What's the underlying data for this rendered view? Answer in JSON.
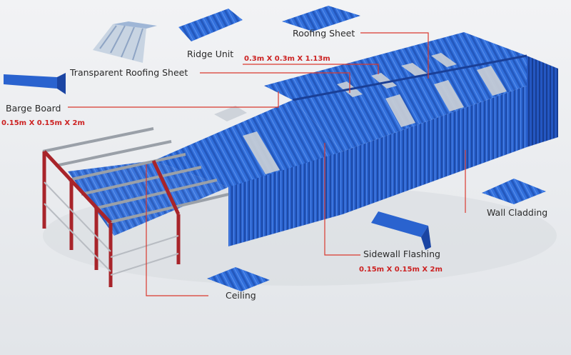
{
  "colors": {
    "sheet_blue": "#2a63cf",
    "sheet_dark": "#1b45a3",
    "steel_red": "#a8242a",
    "purlin_grey": "#9aa0a8",
    "transparent_sheet": "#c8ced6",
    "leader_line": "#d9382e",
    "dimension_text": "#cc2222",
    "background": "#ebedf0"
  },
  "labels": {
    "roofing_sheet": "Roofing Sheet",
    "ridge_unit": "Ridge Unit",
    "ridge_unit_dim": "0.3m X 0.3m X 1.13m",
    "transparent_roofing_sheet": "Transparent Roofing Sheet",
    "barge_board": "Barge Board",
    "barge_board_dim": "0.15m X 0.15m X 2m",
    "wall_cladding": "Wall Cladding",
    "sidewall_flashing": "Sidewall Flashing",
    "sidewall_flashing_dim": "0.15m X 0.15m X 2m",
    "ceiling": "Ceiling"
  }
}
